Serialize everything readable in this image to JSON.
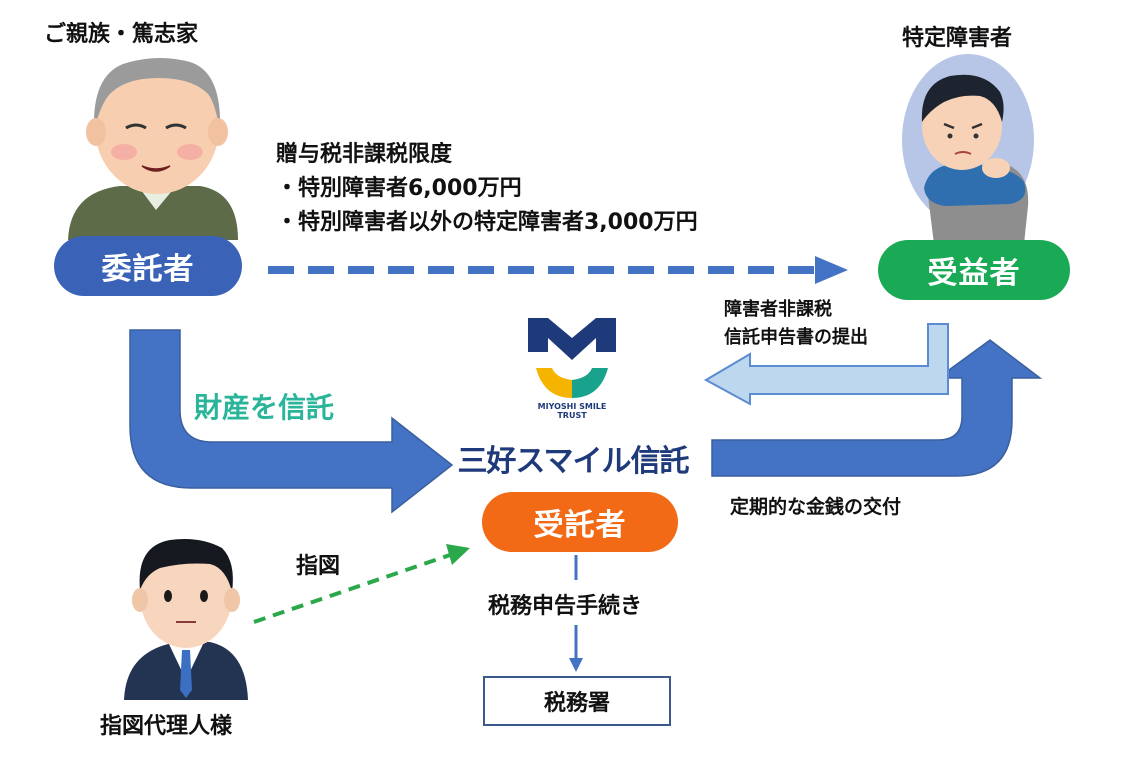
{
  "settlor": {
    "group_label": "ご親族・篤志家",
    "role": "委託者"
  },
  "beneficiary": {
    "group_label": "特定障害者",
    "role": "受益者"
  },
  "trustee": {
    "logo_caption": "MIYOSHI SMILE TRUST",
    "company_name": "三好スマイル信託",
    "role": "受託者"
  },
  "agent": {
    "label": "指図代理人様",
    "instruction": "指図"
  },
  "gift_tax_note": {
    "heading": "贈与税非課税限度",
    "lines": [
      "・特別障害者6,000万円",
      "・特別障害者以外の特定障害者3,000万円"
    ]
  },
  "flows": {
    "trust_property": "財産を信託",
    "filing_line1": "障害者非課税",
    "filing_line2": "信託申告書の提出",
    "payout": "定期的な金銭の交付",
    "tax_procedure": "税務申告手続き"
  },
  "tax_office": "税務署",
  "colors": {
    "navy_pill": "#3a63b8",
    "green_pill": "#1aaa55",
    "orange_pill": "#f26a16",
    "big_arrow": "#4472c4",
    "light_arrow": "#bdd7ee",
    "teal_text": "#2ab59a",
    "green_dash": "#2aa84a"
  }
}
